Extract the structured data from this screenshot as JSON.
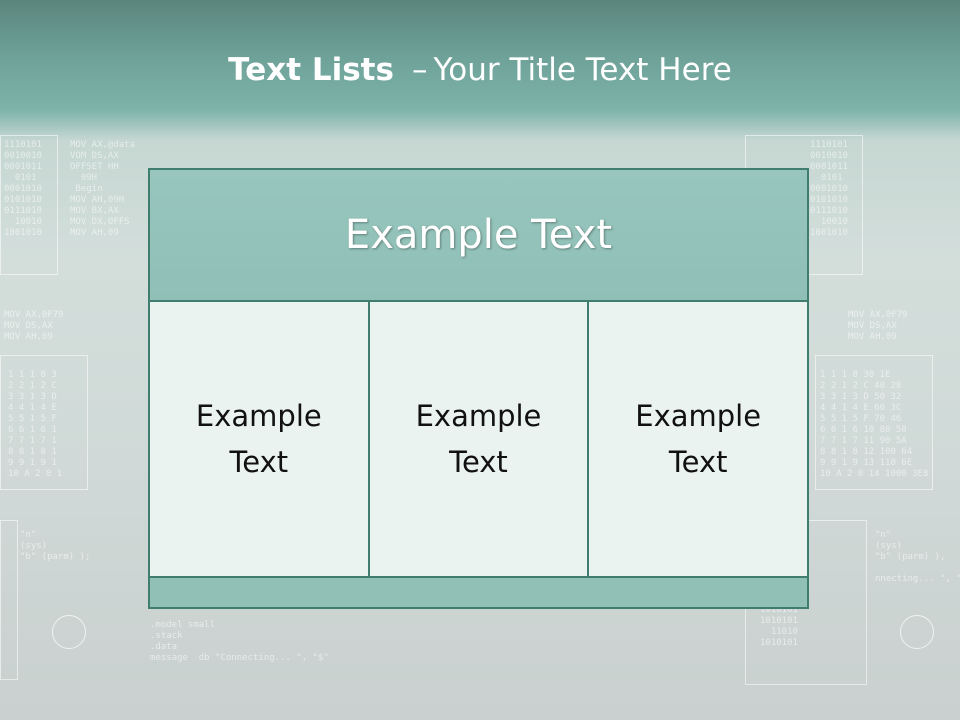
{
  "slide": {
    "title_bold": "Text Lists",
    "title_dash": "–",
    "title_rest": "Your Title Text Here"
  },
  "table": {
    "header": "Example Text",
    "cells": [
      {
        "line1": "Example",
        "line2": "Text"
      },
      {
        "line1": "Example",
        "line2": "Text"
      },
      {
        "line1": "Example",
        "line2": "Text"
      }
    ]
  },
  "colors": {
    "border": "#3f7e6f",
    "header_fill": "#8fbfb6",
    "cell_fill": "#ebf3f1",
    "footer_fill": "#91c0b7"
  }
}
